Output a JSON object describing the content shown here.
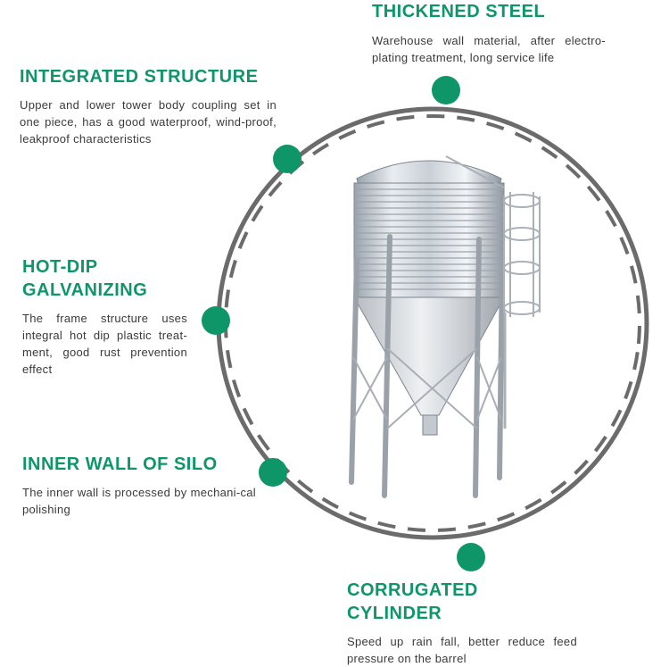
{
  "features": {
    "thickened_steel": {
      "title": "THICKENED STEEL",
      "description": "Warehouse wall material, after electro-plating treatment, long service life"
    },
    "integrated_structure": {
      "title": "INTEGRATED STRUCTURE",
      "description": "Upper and lower tower body coupling set in one piece, has a good waterproof, wind-proof, leakproof characteristics"
    },
    "hot_dip": {
      "title": "HOT-DIP GALVANIZING",
      "description": "The frame structure uses integral hot dip plastic treat-ment, good rust prevention effect"
    },
    "inner_wall": {
      "title": "INNER WALL OF SILO",
      "description": "The inner wall is processed by mechani-cal polishing"
    },
    "corrugated": {
      "title": "CORRUGATED CYLINDER",
      "description": "Speed up rain fall, better reduce feed pressure on the barrel"
    }
  },
  "colors": {
    "accent_green": "#0f9668",
    "ring_gray": "#6b6b6b",
    "text": "#3a3a3a"
  }
}
